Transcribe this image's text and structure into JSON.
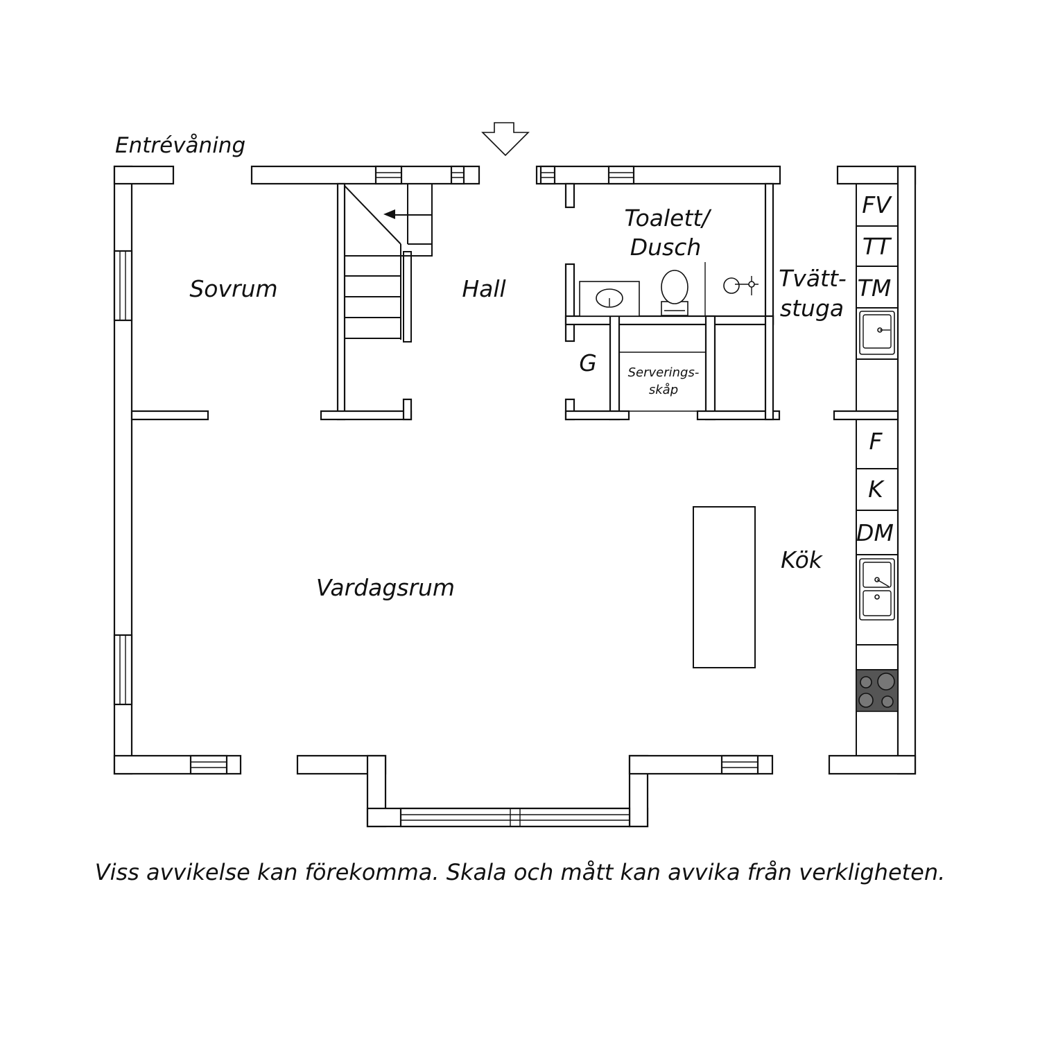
{
  "floor_title": "Entrévåning",
  "rooms": {
    "sovrum": "Sovrum",
    "hall": "Hall",
    "toalett_line1": "Toalett/",
    "toalett_line2": "Dusch",
    "tvatt_line1": "Tvätt-",
    "tvatt_line2": "stuga",
    "garderob": "G",
    "servering_line1": "Serverings-",
    "servering_line2": "skåp",
    "vardagsrum": "Vardagsrum",
    "kok": "Kök"
  },
  "laundry_appliances": [
    "FV",
    "TT",
    "TM"
  ],
  "kitchen_appliances": [
    "F",
    "K",
    "DM"
  ],
  "disclaimer": "Viss avvikelse kan förekomma. Skala och mått kan avvika från verkligheten.",
  "colors": {
    "line": "#111111",
    "background": "#ffffff",
    "stove_top": "#555555"
  }
}
